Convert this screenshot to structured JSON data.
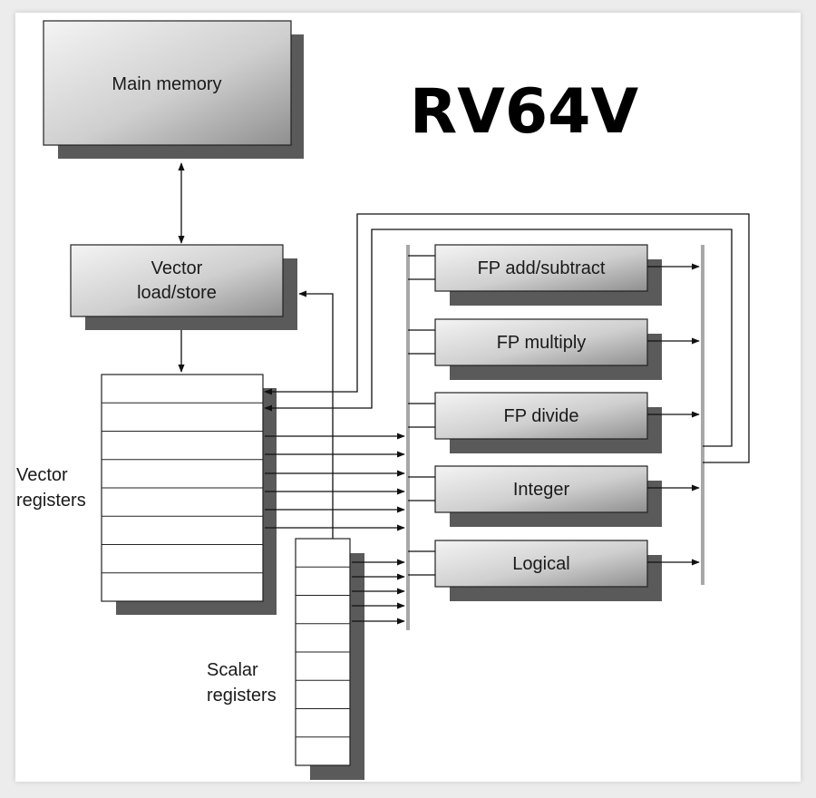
{
  "title": "RV64V",
  "main_memory": {
    "label": "Main memory"
  },
  "vector_load_store": {
    "label_lines": [
      "Vector",
      "load/store"
    ]
  },
  "vector_registers": {
    "label_lines": [
      "Vector",
      "registers"
    ]
  },
  "scalar_registers": {
    "label_lines": [
      "Scalar",
      "registers"
    ]
  },
  "functional_units": [
    {
      "label": "FP add/subtract"
    },
    {
      "label": "FP multiply"
    },
    {
      "label": "FP divide"
    },
    {
      "label": "Integer"
    },
    {
      "label": "Logical"
    }
  ],
  "colors": {
    "box_gradient_start": "#f2f2f2",
    "box_gradient_end": "#9e9e9e",
    "shadow": "#5a5a5a",
    "bus": "#a8a8a8",
    "line": "#111111"
  }
}
